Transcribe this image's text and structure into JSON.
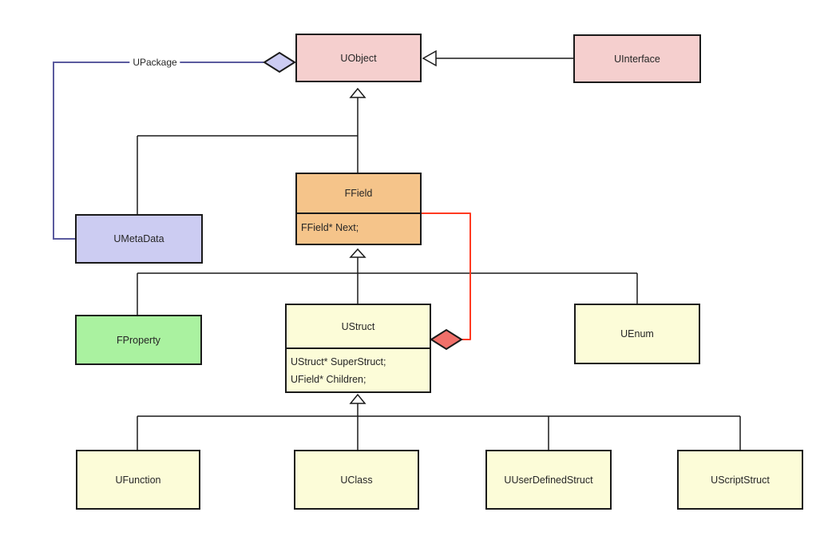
{
  "diagram": {
    "kind": "uml-class-diagram",
    "nodes": {
      "uobject": {
        "label": "UObject",
        "fill": "#f5cfce"
      },
      "uinterface": {
        "label": "UInterface",
        "fill": "#f5cfce"
      },
      "umetadata": {
        "label": "UMetaData",
        "fill": "#ccccf2"
      },
      "ffield": {
        "label": "FField",
        "fill": "#f5c48a",
        "attributes": [
          "FField* Next;"
        ]
      },
      "fproperty": {
        "label": "FProperty",
        "fill": "#aaf2a0"
      },
      "ustruct": {
        "label": "UStruct",
        "fill": "#fcfcd8",
        "attributes": [
          "UStruct* SuperStruct;",
          "UField* Children;"
        ]
      },
      "uenum": {
        "label": "UEnum",
        "fill": "#fcfcd8"
      },
      "ufunction": {
        "label": "UFunction",
        "fill": "#fcfcd8"
      },
      "uclass": {
        "label": "UClass",
        "fill": "#fcfcd8"
      },
      "uuserdefinedstruct": {
        "label": "UUserDefinedStruct",
        "fill": "#fcfcd8"
      },
      "uscriptstruct": {
        "label": "UScriptStruct",
        "fill": "#fcfcd8"
      }
    },
    "edges": [
      {
        "label": "UPackage",
        "type": "aggregation",
        "from": "UMetaData",
        "to": "UObject",
        "color": "#5a5a9e",
        "diamond_fill": "#ccccf2"
      },
      {
        "type": "composition",
        "from": "FField",
        "to": "UStruct",
        "color": "#ff3a21",
        "diamond_fill": "#f0706a"
      },
      {
        "type": "generalization",
        "from": "UInterface",
        "to": "UObject",
        "color": "#1a1a1a"
      },
      {
        "type": "generalization",
        "from": "UMetaData",
        "to": "UObject",
        "color": "#1a1a1a"
      },
      {
        "type": "generalization",
        "from": "FField",
        "to": "UObject",
        "color": "#1a1a1a"
      },
      {
        "type": "generalization",
        "from": "FProperty",
        "to": "FField",
        "color": "#1a1a1a"
      },
      {
        "type": "generalization",
        "from": "UStruct",
        "to": "FField",
        "color": "#1a1a1a"
      },
      {
        "type": "generalization",
        "from": "UEnum",
        "to": "FField",
        "color": "#1a1a1a"
      },
      {
        "type": "generalization",
        "from": "UFunction",
        "to": "UStruct",
        "color": "#1a1a1a"
      },
      {
        "type": "generalization",
        "from": "UClass",
        "to": "UStruct",
        "color": "#1a1a1a"
      },
      {
        "type": "generalization",
        "from": "UUserDefinedStruct",
        "to": "UStruct",
        "color": "#1a1a1a"
      },
      {
        "type": "generalization",
        "from": "UScriptStruct",
        "to": "UStruct",
        "color": "#1a1a1a"
      }
    ],
    "colors": {
      "background": "#ffffff",
      "stroke": "#1a1a1a",
      "text": "#262626",
      "pink": "#f5cfce",
      "lavender": "#ccccf2",
      "orange": "#f5c48a",
      "green": "#aaf2a0",
      "yellow": "#fcfcd8",
      "aggregation_line": "#5a5a9e",
      "composition_line": "#ff3a21",
      "composition_diamond": "#f0706a"
    }
  }
}
